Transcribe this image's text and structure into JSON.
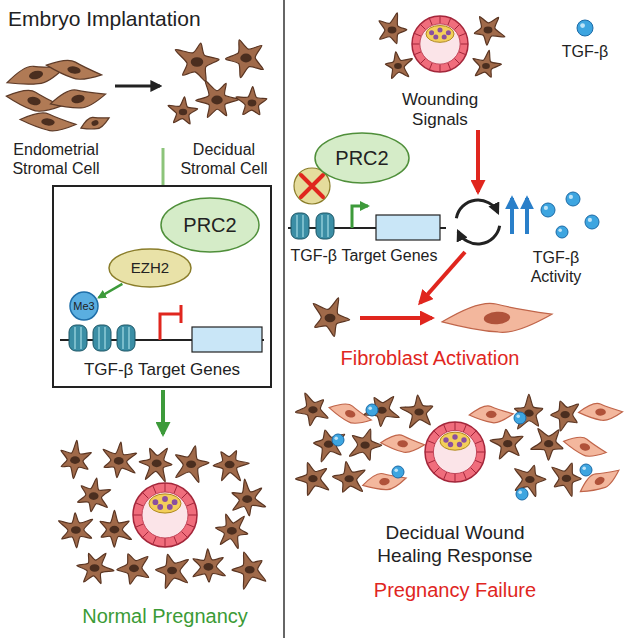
{
  "diagram": {
    "nodes": [
      {
        "text": [
          "TGF-β Target Genes"
        ]
      },
      {
        "text": [
          "PRC2"
        ],
        "in": 0
      },
      {
        "text": [
          "EZH2"
        ],
        "in": 0
      },
      {
        "text": [
          "Me3"
        ],
        "in": 0
      },
      {
        "text": [
          "PRC2"
        ]
      }
    ],
    "edges": [
      {
        "from": 2,
        "to": 3,
        "arrow": "to"
      }
    ],
    "labels": [
      "Embryo Implantation",
      "Endometrial Stromal Cell",
      "Decidual Stromal Cell",
      "Normal Pregnancy",
      "Wounding Signals",
      "TGF-β",
      "TGF-β Target Genes",
      "TGF-β Activity",
      "Fibroblast Activation",
      "Decidual Wound Healing Response",
      "Pregnancy Failure"
    ]
  }
}
